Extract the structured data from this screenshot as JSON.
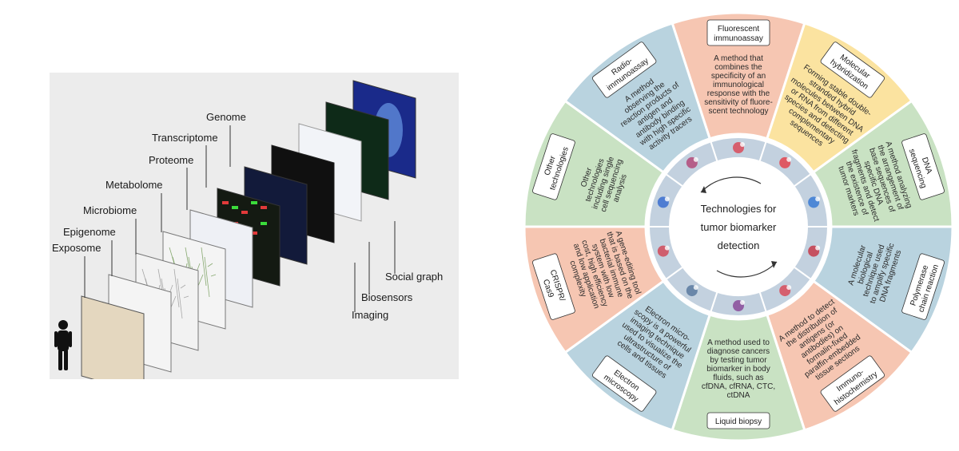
{
  "left_figure": {
    "layers": [
      {
        "label": "Exposome"
      },
      {
        "label": "Epigenome"
      },
      {
        "label": "Microbiome"
      },
      {
        "label": "Metabolome"
      },
      {
        "label": "Proteome"
      },
      {
        "label": "Transcriptome"
      },
      {
        "label": "Genome"
      },
      {
        "label": "Imaging"
      },
      {
        "label": "Biosensors"
      },
      {
        "label": "Social graph"
      }
    ]
  },
  "wheel": {
    "center_lines": [
      "Technologies for",
      "tumor biomarker",
      "detection"
    ],
    "segments": [
      {
        "title": [
          "Fluorescent",
          "immunoassay"
        ],
        "desc": [
          "A method that",
          "combines the",
          "specificity of an",
          "immunological",
          "response with the",
          "sensitivity of fluore-",
          "scent technology"
        ],
        "color": "#f6c6b2"
      },
      {
        "title": [
          "Molecular",
          "hybridization"
        ],
        "desc": [
          "Forming stable double-",
          "stranded hybrid",
          "molecules between DNA",
          "or RNA from different",
          "species and detecting",
          "complementary",
          "sequences"
        ],
        "color": "#fbe3a0"
      },
      {
        "title": [
          "DNA",
          "sequencing"
        ],
        "desc": [
          "A method analyzing",
          "the arrangement of",
          "base sequences of",
          "specific DNA",
          "fragments and detect",
          "the existence of",
          "tumor markers"
        ],
        "color": "#c9e2c3"
      },
      {
        "title": [
          "Polymerase",
          "chain reaction"
        ],
        "desc": [
          "A molecular",
          "biological",
          "technique used",
          "to amplify specific",
          "DNA fragments"
        ],
        "color": "#b9d3df"
      },
      {
        "title": [
          "Immuno-",
          "histochemistry"
        ],
        "desc": [
          "A method to detect",
          "the distribution of",
          "antigens (or",
          "antibodies) on",
          "formalin-fixed",
          "paraffin-embedded",
          "tissue sections"
        ],
        "color": "#f6c6b2"
      },
      {
        "title": [
          "Liquid biopsy"
        ],
        "desc": [
          "A method used to",
          "diagnose  cancers",
          "by testing tumor",
          "biomarker in body",
          "fluids, such as",
          "cfDNA, cfRNA, CTC,",
          "ctDNA"
        ],
        "color": "#c9e2c3"
      },
      {
        "title": [
          "Electron",
          "microscopy"
        ],
        "desc": [
          "Electron micro-",
          "scopy is a powerful",
          "imaging technique",
          "used to visualize the",
          "ultrastructure of",
          "cells and tissues"
        ],
        "color": "#b9d3df"
      },
      {
        "title": [
          "CRISPR/",
          "Cas9"
        ],
        "desc": [
          "A gene-editing tool",
          "that is based on the",
          "bacterial immune",
          "system with low",
          "cost, high efficiency",
          "and low application",
          "complexity"
        ],
        "color": "#f6c6b2"
      },
      {
        "title": [
          "Other",
          "technologies"
        ],
        "desc": [
          "Other",
          "technologies",
          "including single",
          "cell sequencing",
          "analysis"
        ],
        "color": "#c9e2c3"
      },
      {
        "title": [
          "Radio-",
          "immunoassay"
        ],
        "desc": [
          "A method",
          "observing the",
          "reaction products of",
          "antigen and",
          "antibody binding",
          "with high specific",
          "activity tracers"
        ],
        "color": "#b9d3df"
      }
    ],
    "inner_ring_color": "#c3d1df",
    "inner_divider_color": "#ffffff"
  }
}
